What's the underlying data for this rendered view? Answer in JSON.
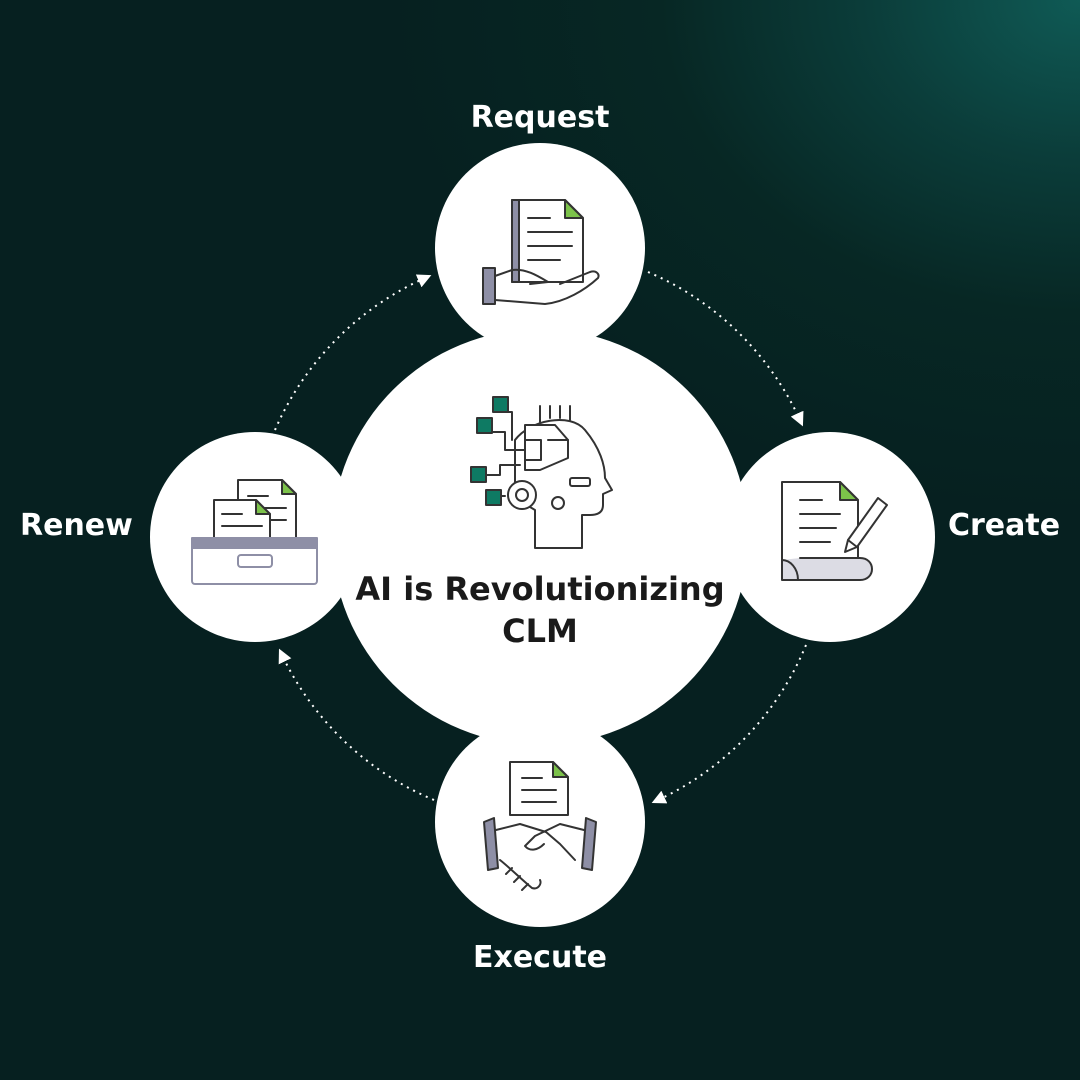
{
  "center": {
    "line1": "AI is Revolutionizing",
    "line2": "CLM",
    "icon": "ai-robot-head-icon"
  },
  "stages": {
    "request": {
      "label": "Request",
      "icon": "document-on-hand-icon"
    },
    "create": {
      "label": "Create",
      "icon": "document-scroll-pen-icon"
    },
    "execute": {
      "label": "Execute",
      "icon": "handshake-document-icon"
    },
    "renew": {
      "label": "Renew",
      "icon": "file-drawer-icon"
    }
  },
  "colors": {
    "background": "#062020",
    "background_glow": "#0f5a55",
    "circle": "#ffffff",
    "icon_line": "#333333",
    "icon_gray": "#8e8fa6",
    "accent_green": "#7cc24a",
    "accent_teal": "#0e7a63",
    "label_text": "#ffffff",
    "center_text": "#1a1a1a"
  }
}
